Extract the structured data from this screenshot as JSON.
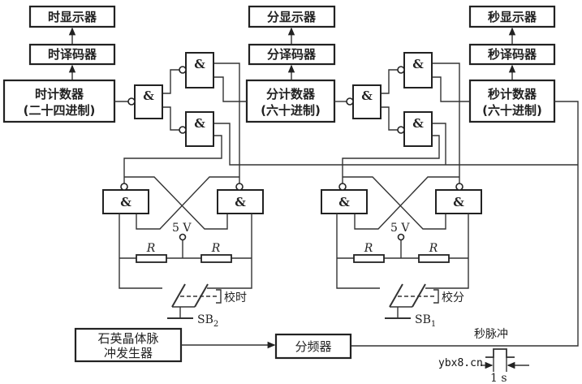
{
  "blocks": {
    "hour_display": "时显示器",
    "minute_display": "分显示器",
    "second_display": "秒显示器",
    "hour_decoder": "时译码器",
    "minute_decoder": "分译码器",
    "second_decoder": "秒译码器",
    "hour_counter": "时计数器",
    "hour_counter_sub": "(二十四进制)",
    "minute_counter": "分计数器",
    "minute_counter_sub": "(六十进制)",
    "second_counter": "秒计数器",
    "second_counter_sub": "(六十进制)",
    "oscillator_line1": "石英晶体脉",
    "oscillator_line2": "冲发生器",
    "divider": "分频器"
  },
  "gate_symbol": "&",
  "labels": {
    "supply_left": "5 V",
    "supply_right": "5 V",
    "resistor": "R",
    "switch_hour_label": "校时",
    "switch_minute_label": "校分",
    "switch_hour_name": "SB",
    "switch_hour_sub": "2",
    "switch_minute_name": "SB",
    "switch_minute_sub": "1",
    "second_pulse": "秒脉冲",
    "period": "1 s"
  },
  "watermark": "ybx8.cn"
}
